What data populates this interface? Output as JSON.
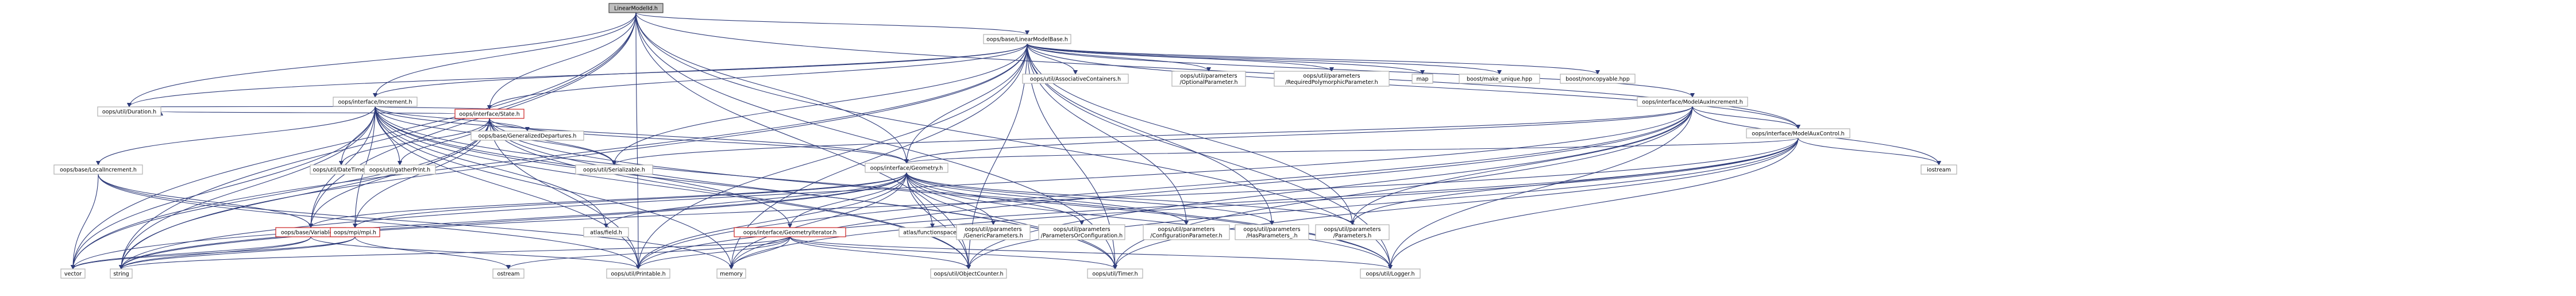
{
  "nodes": [
    {
      "id": "root",
      "label": "LinearModelId.h",
      "style": "root"
    },
    {
      "id": "lmb",
      "label": "oops/base/LinearModelBase.h"
    },
    {
      "id": "incr",
      "label": "oops/interface/Increment.h"
    },
    {
      "id": "duration",
      "label": "oops/util/Duration.h"
    },
    {
      "id": "state",
      "label": "oops/interface/State.h",
      "style": "red"
    },
    {
      "id": "genDep",
      "label": "oops/base/GeneralizedDepartures.h"
    },
    {
      "id": "assoc",
      "label": "oops/util/AssociativeContainers.h"
    },
    {
      "id": "optParam",
      "label": [
        "oops/util/parameters",
        "/OptionalParameter.h"
      ]
    },
    {
      "id": "reqPoly",
      "label": [
        "oops/util/parameters",
        "/RequiredPolymorphicParameter.h"
      ]
    },
    {
      "id": "map",
      "label": "map"
    },
    {
      "id": "makeUnique",
      "label": "boost/make_unique.hpp"
    },
    {
      "id": "noncopy",
      "label": "boost/noncopyable.hpp"
    },
    {
      "id": "auxIncr",
      "label": "oops/interface/ModelAuxIncrement.h"
    },
    {
      "id": "localIncr",
      "label": "oops/base/LocalIncrement.h"
    },
    {
      "id": "dateTime",
      "label": "oops/util/DateTime.h"
    },
    {
      "id": "gatherPrint",
      "label": "oops/util/gatherPrint.h"
    },
    {
      "id": "serial",
      "label": "oops/util/Serializable.h"
    },
    {
      "id": "geom",
      "label": "oops/interface/Geometry.h"
    },
    {
      "id": "auxCtl",
      "label": "oops/interface/ModelAuxControl.h"
    },
    {
      "id": "iostream",
      "label": "iostream"
    },
    {
      "id": "variables",
      "label": "oops/base/Variables.h",
      "style": "red"
    },
    {
      "id": "mpi",
      "label": "oops/mpi/mpi.h",
      "style": "red"
    },
    {
      "id": "atlasField",
      "label": "atlas/field.h"
    },
    {
      "id": "geomIter",
      "label": "oops/interface/GeometryIterator.h",
      "style": "red"
    },
    {
      "id": "atlasFS",
      "label": "atlas/functionspace.h"
    },
    {
      "id": "genericParams",
      "label": [
        "oops/util/parameters",
        "/GenericParameters.h"
      ]
    },
    {
      "id": "paramsOrCfg",
      "label": [
        "oops/util/parameters",
        "/ParametersOrConfiguration.h"
      ]
    },
    {
      "id": "cfgParam",
      "label": [
        "oops/util/parameters",
        "/ConfigurationParameter.h"
      ]
    },
    {
      "id": "hasParams",
      "label": [
        "oops/util/parameters",
        "/HasParameters_.h"
      ]
    },
    {
      "id": "params",
      "label": [
        "oops/util/parameters",
        "/Parameters.h"
      ]
    },
    {
      "id": "vector",
      "label": "vector"
    },
    {
      "id": "string",
      "label": "string"
    },
    {
      "id": "ostream",
      "label": "ostream"
    },
    {
      "id": "printable",
      "label": "oops/util/Printable.h"
    },
    {
      "id": "memory",
      "label": "memory"
    },
    {
      "id": "objCounter",
      "label": "oops/util/ObjectCounter.h"
    },
    {
      "id": "timer",
      "label": "oops/util/Timer.h"
    },
    {
      "id": "logger",
      "label": "oops/util/Logger.h"
    }
  ],
  "edges": [
    [
      "root",
      "lmb"
    ],
    [
      "root",
      "incr"
    ],
    [
      "root",
      "state"
    ],
    [
      "root",
      "geom"
    ],
    [
      "root",
      "auxCtl"
    ],
    [
      "root",
      "duration"
    ],
    [
      "root",
      "variables"
    ],
    [
      "root",
      "vector"
    ],
    [
      "root",
      "string"
    ],
    [
      "root",
      "printable"
    ],
    [
      "root",
      "logger"
    ],
    [
      "root",
      "objCounter"
    ],
    [
      "root",
      "timer"
    ],
    [
      "lmb",
      "incr"
    ],
    [
      "lmb",
      "state"
    ],
    [
      "lmb",
      "geom"
    ],
    [
      "lmb",
      "assoc"
    ],
    [
      "lmb",
      "optParam"
    ],
    [
      "lmb",
      "reqPoly"
    ],
    [
      "lmb",
      "map"
    ],
    [
      "lmb",
      "makeUnique"
    ],
    [
      "lmb",
      "noncopy"
    ],
    [
      "lmb",
      "auxIncr"
    ],
    [
      "lmb",
      "auxCtl"
    ],
    [
      "lmb",
      "duration"
    ],
    [
      "lmb",
      "params"
    ],
    [
      "lmb",
      "cfgParam"
    ],
    [
      "lmb",
      "hasParams"
    ],
    [
      "lmb",
      "vector"
    ],
    [
      "lmb",
      "string"
    ],
    [
      "lmb",
      "printable"
    ],
    [
      "lmb",
      "memory"
    ],
    [
      "lmb",
      "logger"
    ],
    [
      "lmb",
      "objCounter"
    ],
    [
      "lmb",
      "timer"
    ],
    [
      "lmb",
      "serial"
    ],
    [
      "incr",
      "duration"
    ],
    [
      "incr",
      "state"
    ],
    [
      "incr",
      "genDep"
    ],
    [
      "incr",
      "localIncr"
    ],
    [
      "incr",
      "dateTime"
    ],
    [
      "incr",
      "gatherPrint"
    ],
    [
      "incr",
      "serial"
    ],
    [
      "incr",
      "geom"
    ],
    [
      "incr",
      "geomIter"
    ],
    [
      "incr",
      "variables"
    ],
    [
      "incr",
      "mpi"
    ],
    [
      "incr",
      "atlasField"
    ],
    [
      "incr",
      "vector"
    ],
    [
      "incr",
      "string"
    ],
    [
      "incr",
      "printable"
    ],
    [
      "incr",
      "memory"
    ],
    [
      "incr",
      "objCounter"
    ],
    [
      "incr",
      "timer"
    ],
    [
      "incr",
      "logger"
    ],
    [
      "state",
      "dateTime"
    ],
    [
      "state",
      "gatherPrint"
    ],
    [
      "state",
      "serial"
    ],
    [
      "state",
      "geom"
    ],
    [
      "state",
      "variables"
    ],
    [
      "state",
      "mpi"
    ],
    [
      "state",
      "vector"
    ],
    [
      "state",
      "string"
    ],
    [
      "state",
      "printable"
    ],
    [
      "state",
      "objCounter"
    ],
    [
      "state",
      "timer"
    ],
    [
      "state",
      "logger"
    ],
    [
      "state",
      "duration"
    ],
    [
      "localIncr",
      "variables"
    ],
    [
      "localIncr",
      "vector"
    ],
    [
      "localIncr",
      "printable"
    ],
    [
      "localIncr",
      "memory"
    ],
    [
      "auxIncr",
      "geom"
    ],
    [
      "auxIncr",
      "auxCtl"
    ],
    [
      "auxIncr",
      "iostream"
    ],
    [
      "auxIncr",
      "serial"
    ],
    [
      "auxIncr",
      "params"
    ],
    [
      "auxIncr",
      "string"
    ],
    [
      "auxIncr",
      "printable"
    ],
    [
      "auxIncr",
      "objCounter"
    ],
    [
      "auxIncr",
      "timer"
    ],
    [
      "auxIncr",
      "logger"
    ],
    [
      "auxIncr",
      "memory"
    ],
    [
      "auxCtl",
      "geom"
    ],
    [
      "auxCtl",
      "iostream"
    ],
    [
      "auxCtl",
      "params"
    ],
    [
      "auxCtl",
      "string"
    ],
    [
      "auxCtl",
      "printable"
    ],
    [
      "auxCtl",
      "objCounter"
    ],
    [
      "auxCtl",
      "timer"
    ],
    [
      "auxCtl",
      "logger"
    ],
    [
      "auxCtl",
      "memory"
    ],
    [
      "geom",
      "variables"
    ],
    [
      "geom",
      "mpi"
    ],
    [
      "geom",
      "atlasField"
    ],
    [
      "geom",
      "geomIter"
    ],
    [
      "geom",
      "atlasFS"
    ],
    [
      "geom",
      "genericParams"
    ],
    [
      "geom",
      "paramsOrCfg"
    ],
    [
      "geom",
      "cfgParam"
    ],
    [
      "geom",
      "hasParams"
    ],
    [
      "geom",
      "params"
    ],
    [
      "geom",
      "vector"
    ],
    [
      "geom",
      "string"
    ],
    [
      "geom",
      "printable"
    ],
    [
      "geom",
      "memory"
    ],
    [
      "geom",
      "objCounter"
    ],
    [
      "geom",
      "timer"
    ],
    [
      "geom",
      "logger"
    ],
    [
      "geomIter",
      "printable"
    ],
    [
      "geomIter",
      "objCounter"
    ],
    [
      "geomIter",
      "memory"
    ],
    [
      "geomIter",
      "string"
    ],
    [
      "geomIter",
      "ostream"
    ],
    [
      "geomIter",
      "timer"
    ],
    [
      "geomIter",
      "logger"
    ],
    [
      "variables",
      "vector"
    ],
    [
      "variables",
      "string"
    ],
    [
      "variables",
      "printable"
    ],
    [
      "mpi",
      "vector"
    ],
    [
      "mpi",
      "string"
    ],
    [
      "mpi",
      "ostream"
    ]
  ]
}
